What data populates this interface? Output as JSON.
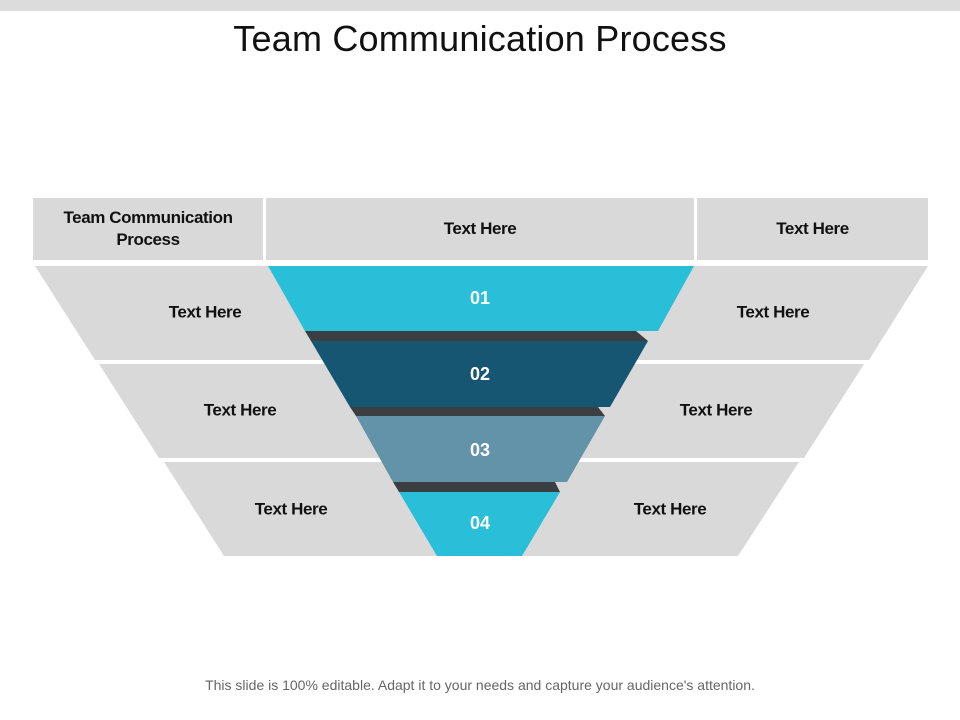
{
  "title": "Team Communication Process",
  "header": {
    "left": "Team Communication Process",
    "center": "Text Here",
    "right": "Text Here"
  },
  "rows": [
    {
      "number": "01",
      "left_label": "Text Here",
      "right_label": "Text Here",
      "color": "#29bfd8"
    },
    {
      "number": "02",
      "left_label": "Text Here",
      "right_label": "Text Here",
      "color": "#175673"
    },
    {
      "number": "03",
      "left_label": "Text Here",
      "right_label": "Text Here",
      "color": "#6393a8"
    },
    {
      "number": "04",
      "left_label": "Text Here",
      "right_label": "Text Here",
      "color": "#29bfd8"
    }
  ],
  "colors": {
    "side_panel": "#d9d9d9",
    "shadow": "#3b3f42"
  },
  "footer": "This slide is 100% editable. Adapt it to your needs and capture your audience's attention."
}
